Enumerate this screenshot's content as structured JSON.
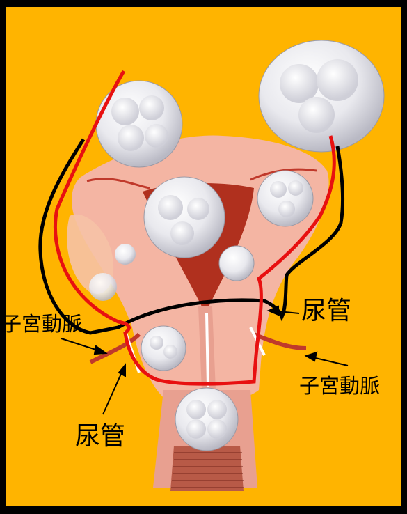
{
  "labels": {
    "uterine_artery_left": "子宮動脈",
    "ureter_right": "尿管",
    "uterine_artery_right": "子宮動脈",
    "ureter_left": "尿管"
  },
  "colors": {
    "background_border": "#000000",
    "panel": "#FFB400",
    "tissue": "#F4B5A3",
    "tissue_dark": "#E79A86",
    "cavity": "#B0301E",
    "fibroid": "#EDEDF2",
    "resection_line": "#E81010",
    "ureter_path": "#000000"
  }
}
